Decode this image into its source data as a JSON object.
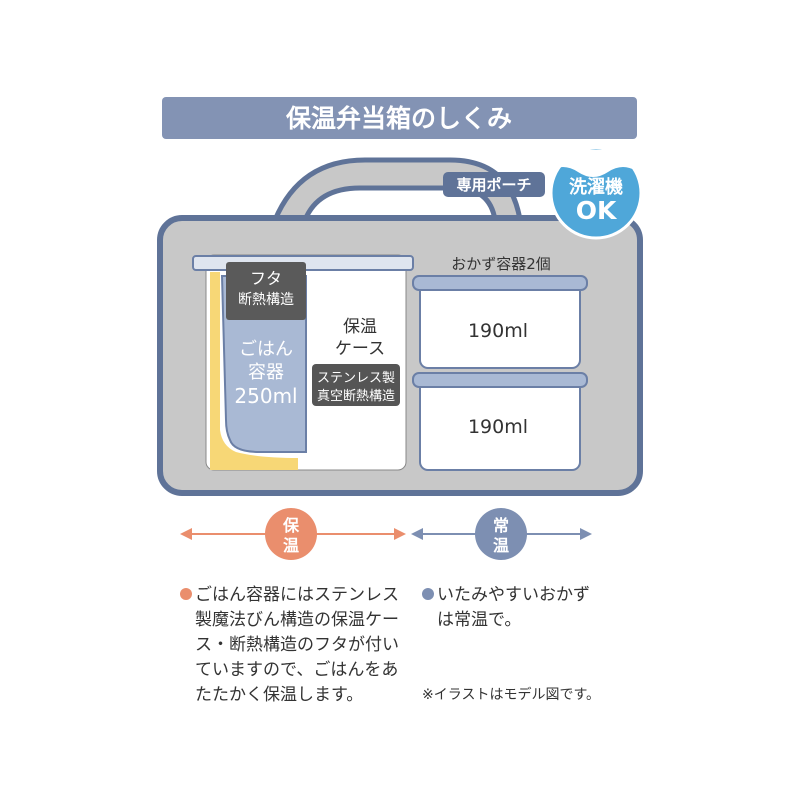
{
  "title": "保温弁当箱のしくみ",
  "pouch_label": "専用ポーチ",
  "washer_badge": {
    "line1": "洗濯機",
    "line2": "OK"
  },
  "lid": {
    "line1": "フタ",
    "line2": "断熱構造"
  },
  "rice_container": {
    "line1": "ごはん",
    "line2": "容器",
    "line3": "250ml"
  },
  "insulated_case": {
    "line1": "保温",
    "line2": "ケース"
  },
  "case_tag": {
    "line1": "ステンレス製",
    "line2": "真空断熱構造"
  },
  "side_dish_label": "おかず容器2個",
  "side_dish_top_capacity": "190ml",
  "side_dish_bottom_capacity": "190ml",
  "warm_label": {
    "line1": "保",
    "line2": "温"
  },
  "room_temp_label": {
    "line1": "常",
    "line2": "温"
  },
  "warm_description": [
    "ごはん容器にはステンレス",
    "製魔法びん構造の保温ケー",
    "ス・断熱構造のフタが付い",
    "ていますので、ごはんをあ",
    "たたかく保温します。"
  ],
  "room_temp_description": [
    "いたみやすいおかず",
    "は常温で。"
  ],
  "footnote": "※イラストはモデル図です。",
  "colors": {
    "title_bar": "#8393b4",
    "pouch_fill": "#c8c8c8",
    "pouch_outline": "#5f7398",
    "warm_accent": "#ea8e6d",
    "room_temp_accent": "#7d8fb2",
    "rice_yellow": "#f7d776",
    "container_blue": "#a9b9d4",
    "badge_blue": "#4fa7d9",
    "dark_label": "#555555"
  }
}
